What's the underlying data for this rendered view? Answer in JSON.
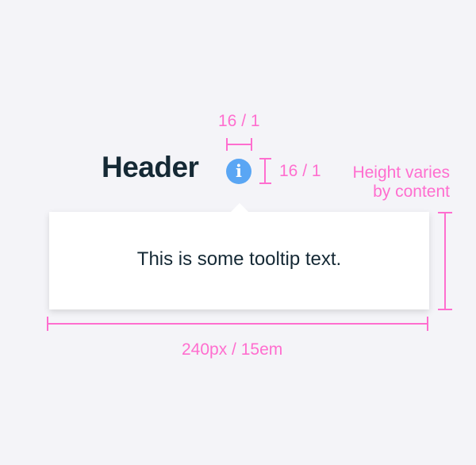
{
  "header": {
    "title": "Header"
  },
  "info_icon": {
    "glyph": "i",
    "name": "info-icon",
    "color": "#5aa6f4"
  },
  "tooltip": {
    "text": "This is some tooltip text."
  },
  "annotations": {
    "icon_width": "16 / 1",
    "icon_height": "16 / 1",
    "height_note": "Height varies by content",
    "width_note": "240px / 15em"
  },
  "colors": {
    "background": "#f4f4f8",
    "text": "#152935",
    "annotation": "#ff6ecf",
    "tooltip_bg": "#ffffff"
  }
}
